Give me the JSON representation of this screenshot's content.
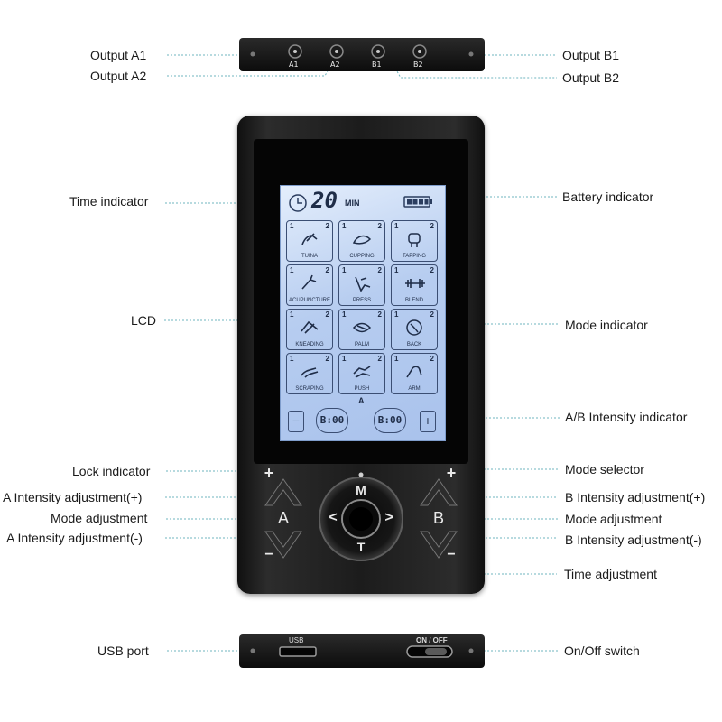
{
  "callouts": {
    "output_a1": "Output A1",
    "output_a2": "Output A2",
    "output_b1": "Output B1",
    "output_b2": "Output B2",
    "time_indicator": "Time indicator",
    "battery_indicator": "Battery indicator",
    "lcd": "LCD",
    "mode_indicator": "Mode indicator",
    "ab_intensity_indicator": "A/B Intensity indicator",
    "lock_indicator": "Lock indicator",
    "mode_selector": "Mode selector",
    "a_intensity_plus": "A Intensity adjustment(+)",
    "b_intensity_plus": "B Intensity adjustment(+)",
    "mode_adjustment_left": "Mode adjustment",
    "mode_adjustment_right": "Mode adjustment",
    "a_intensity_minus": "A Intensity adjustment(-)",
    "b_intensity_minus": "B Intensity adjustment(-)",
    "time_adjustment": "Time adjustment",
    "usb_port": "USB port",
    "onoff_switch": "On/Off switch"
  },
  "top_strip": {
    "ports": [
      "A1",
      "A2",
      "B1",
      "B2"
    ]
  },
  "lcd": {
    "time_value": "20",
    "time_unit": "MIN",
    "modes": [
      {
        "name": "TUINA",
        "n1": "1",
        "n2": "2"
      },
      {
        "name": "CUPPING",
        "n1": "1",
        "n2": "2"
      },
      {
        "name": "TAPPING",
        "n1": "1",
        "n2": "2"
      },
      {
        "name": "ACUPUNCTURE",
        "n1": "1",
        "n2": "2"
      },
      {
        "name": "PRESS",
        "n1": "1",
        "n2": "2"
      },
      {
        "name": "BLEND",
        "n1": "1",
        "n2": "2"
      },
      {
        "name": "KNEADING",
        "n1": "1",
        "n2": "2"
      },
      {
        "name": "PALM",
        "n1": "1",
        "n2": "2"
      },
      {
        "name": "BACK",
        "n1": "1",
        "n2": "2"
      },
      {
        "name": "SCRAPING",
        "n1": "1",
        "n2": "2"
      },
      {
        "name": "PUSH",
        "n1": "1",
        "n2": "2"
      },
      {
        "name": "ARM",
        "n1": "1",
        "n2": "2"
      }
    ],
    "channel_marker": "A",
    "minus_symbol": "−",
    "plus_symbol": "+",
    "a_intensity": "B:00",
    "b_intensity": "B:00"
  },
  "keys": {
    "plus_left": "+",
    "minus_left": "−",
    "plus_right": "+",
    "minus_right": "−",
    "a_key": "A",
    "b_key": "B",
    "mode_key": "M",
    "time_key": "T",
    "left_key": "<",
    "right_key": ">"
  },
  "bottom_strip": {
    "usb_label": "USB",
    "switch_label": "ON / OFF"
  }
}
